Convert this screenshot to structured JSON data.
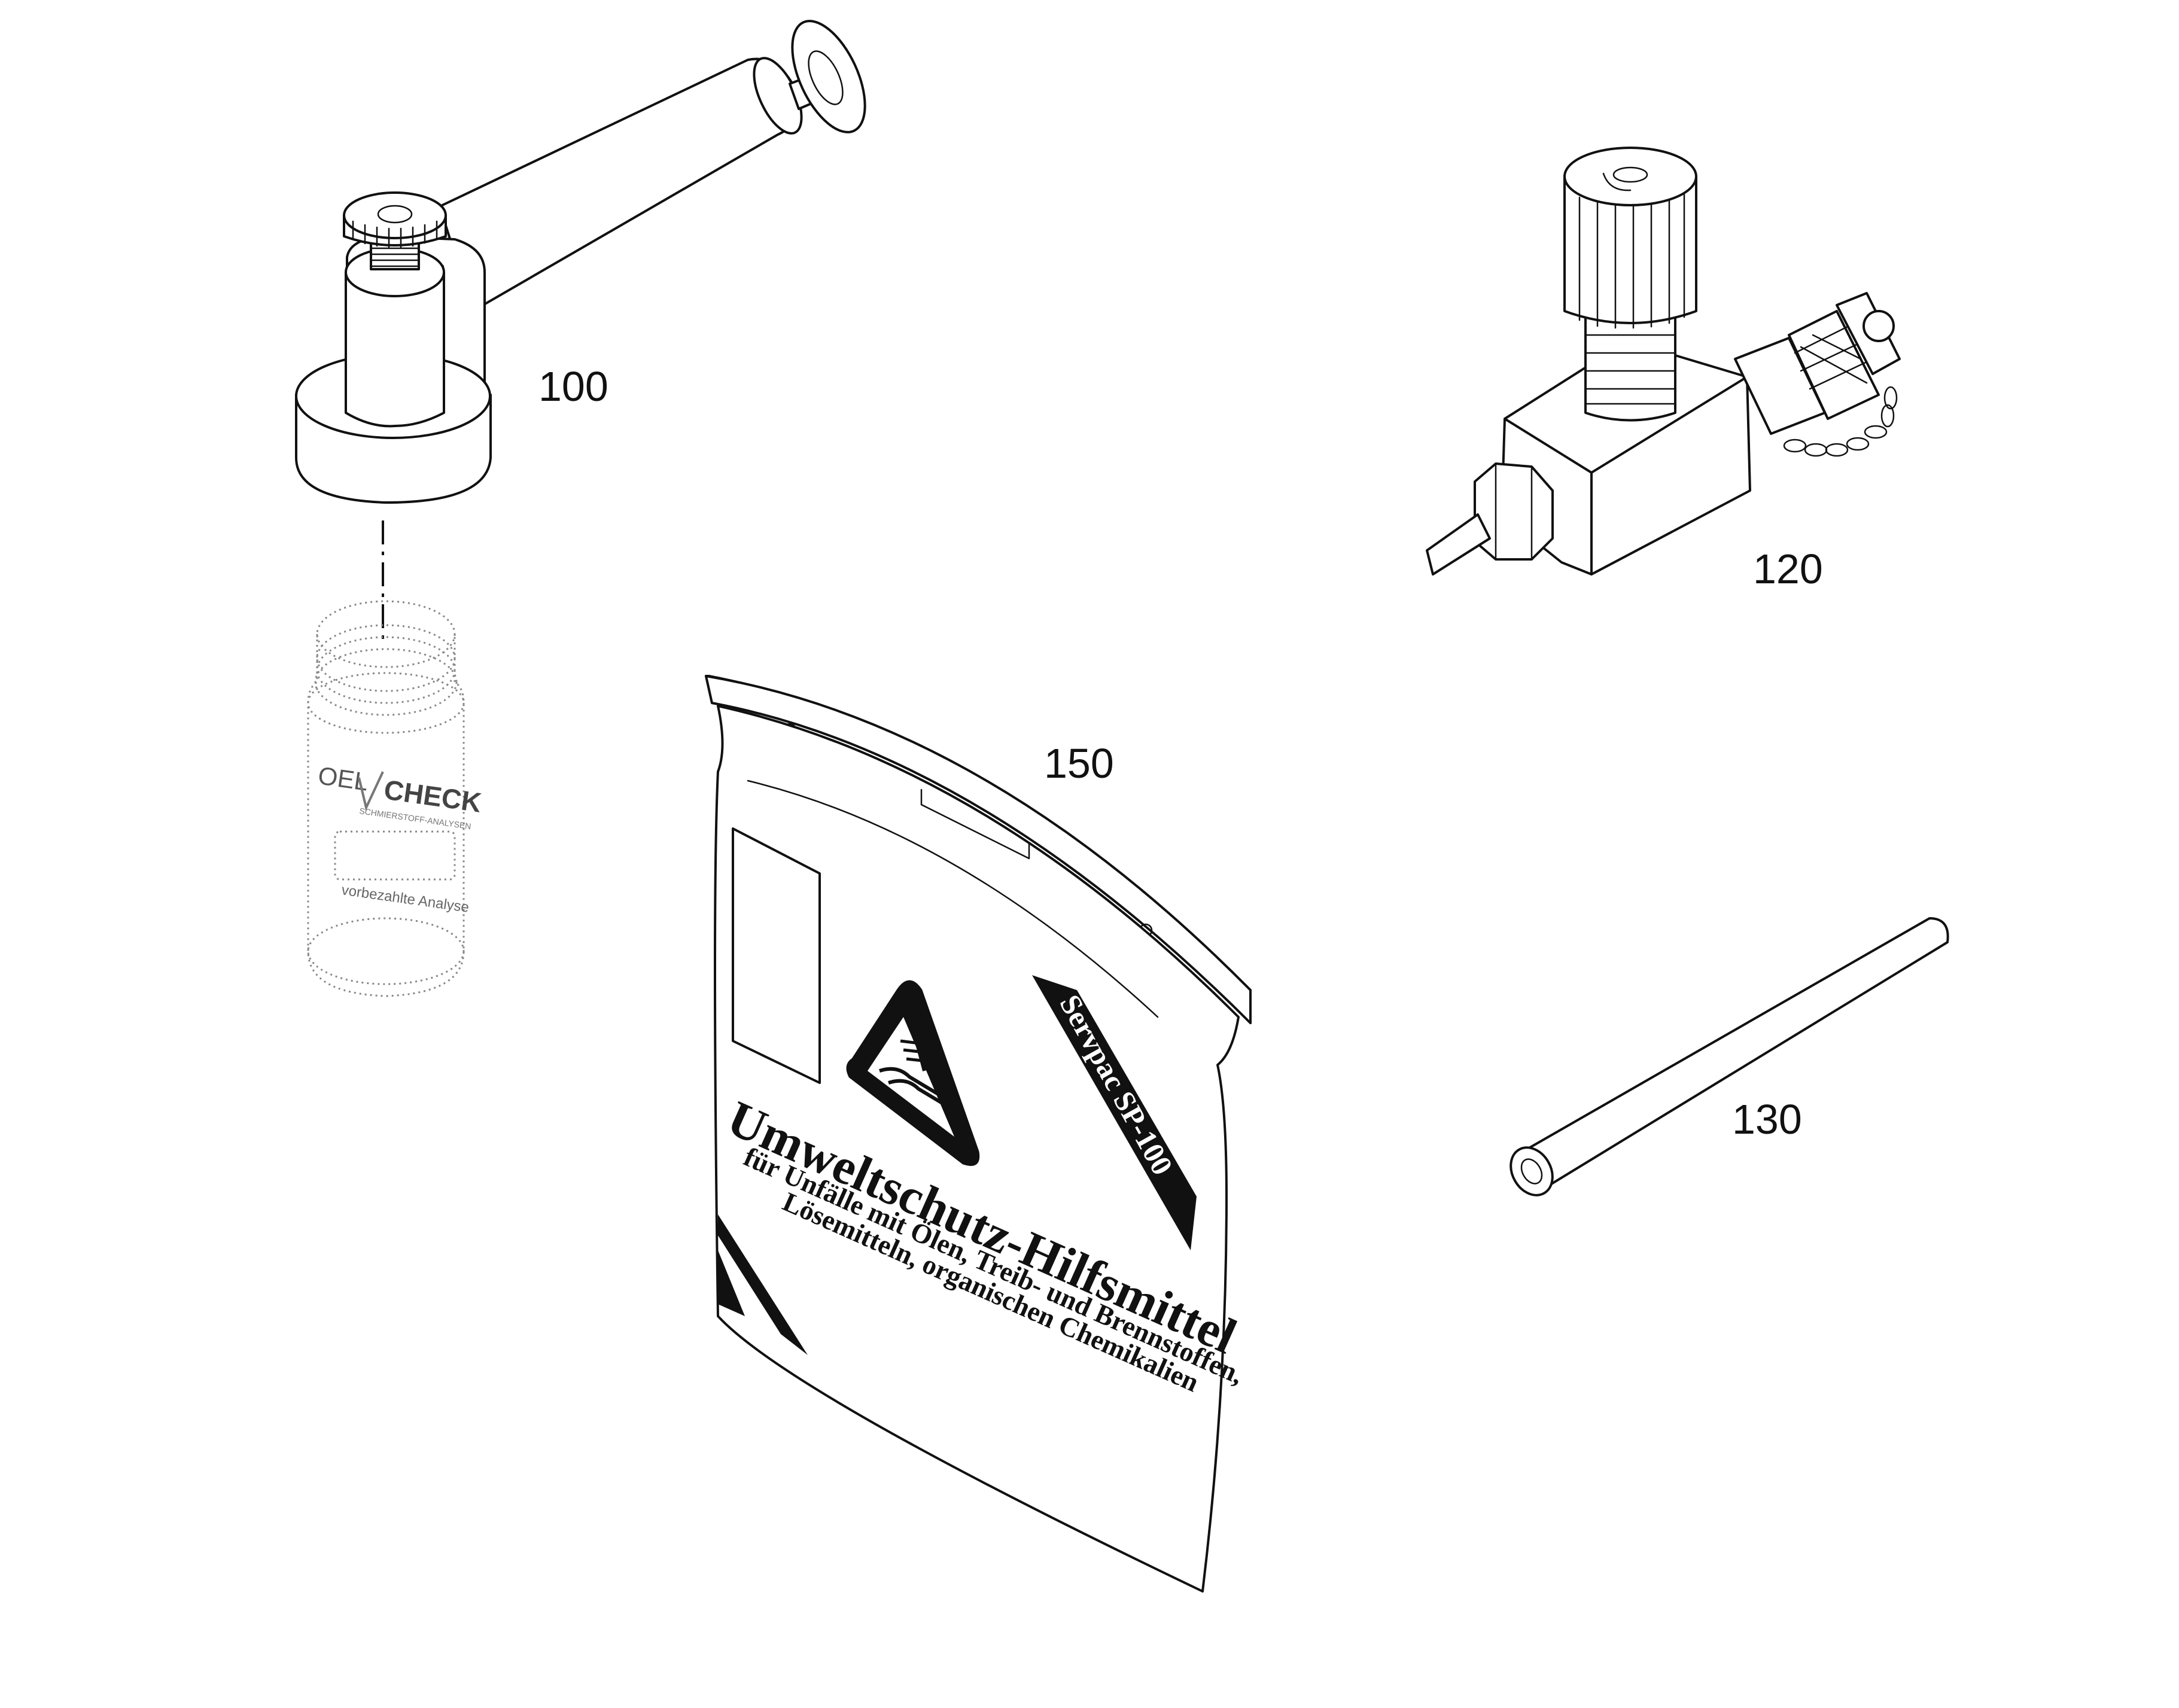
{
  "callouts": {
    "pump": "100",
    "valve": "120",
    "tube": "130",
    "bag": "150"
  },
  "bottle": {
    "logo_left": "OEL",
    "logo_right": "CHECK",
    "logo_sub": "SCHMIERSTOFF-ANALYSEN",
    "label_text": "vorbezahlte Analyse"
  },
  "bag": {
    "title": "Umweltschutz-Hilfsmittel",
    "line1": "für  Unfälle mit Ölen, Treib- und Brennstoffen,",
    "line2": "Lösemitteln, organischen Chemikalien",
    "stripe_text": "Servpac SP-100"
  }
}
